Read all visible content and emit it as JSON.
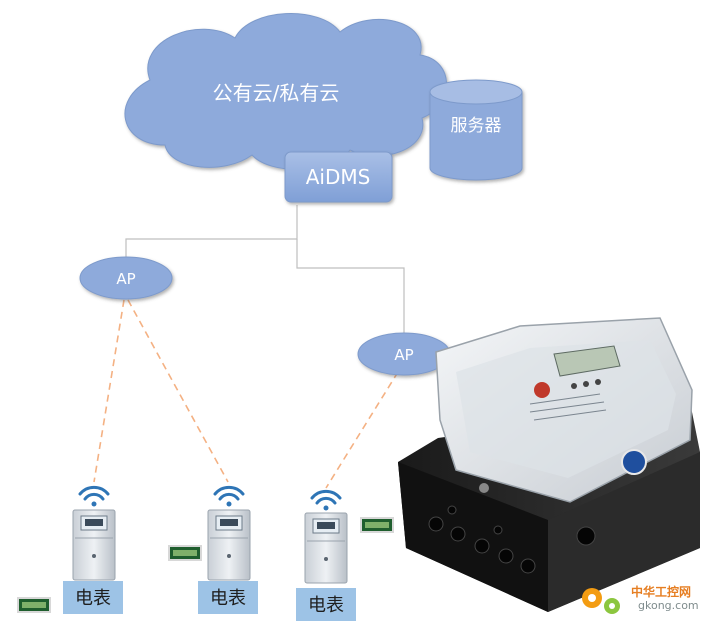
{
  "cloud": {
    "label": "公有云/私有云"
  },
  "server": {
    "label": "服务器"
  },
  "gateway": {
    "label": "AiDMS"
  },
  "access_points": [
    {
      "label": "AP"
    },
    {
      "label": "AP"
    }
  ],
  "meters": [
    {
      "label": "电表"
    },
    {
      "label": "电表"
    },
    {
      "label": "电表"
    }
  ],
  "watermark": {
    "text_cn": "中华工控网",
    "text_url": "gkong.com"
  },
  "colors": {
    "node_fill": "#8eaadb",
    "node_stroke": "#7d9acb",
    "link_line": "#bfbfbf",
    "wireless_link": "#f4b183",
    "wifi": "#2e75b6",
    "meter_label_bg": "#9dc3e6"
  }
}
